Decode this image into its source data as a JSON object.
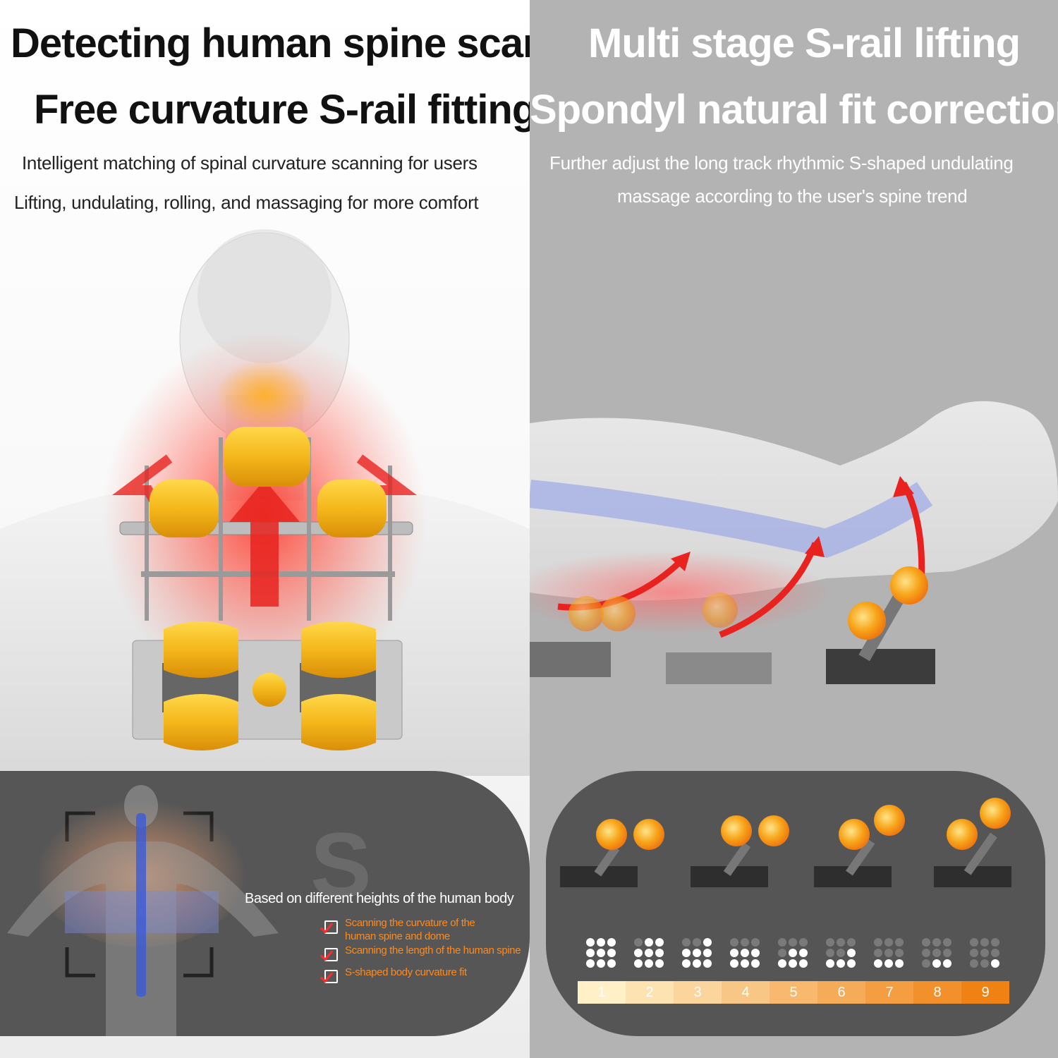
{
  "left": {
    "title_1": "Detecting human spine scans",
    "title_2": "Free curvature S-rail fitting",
    "sub_1": "Intelligent matching of spinal curvature scanning for users",
    "sub_2": "Lifting, undulating, rolling, and massaging for more comfort",
    "panel": {
      "heading": "Based on different heights of the human body",
      "checks": [
        "Scanning the curvature of the human spine and dome",
        "Scanning the length of the human spine",
        "S-shaped body curvature fit"
      ]
    }
  },
  "right": {
    "title_1": "Multi stage S-rail lifting",
    "title_2": "Spondyl natural fit correction",
    "sub_1": "Further adjust the long track rhythmic S-shaped undulating",
    "sub_2": "massage according to the user's spine trend",
    "levels": {
      "labels": [
        "1",
        "2",
        "3",
        "4",
        "5",
        "6",
        "7",
        "8",
        "9"
      ],
      "dots_on": [
        9,
        8,
        7,
        6,
        5,
        4,
        3,
        2,
        1
      ]
    }
  },
  "colors": {
    "accent_orange": "#f7941d",
    "roller_yellow": "#f4c21b",
    "heat_red": "#e8231f",
    "panel_gray": "#555555",
    "right_bg": "#b3b3b3"
  }
}
